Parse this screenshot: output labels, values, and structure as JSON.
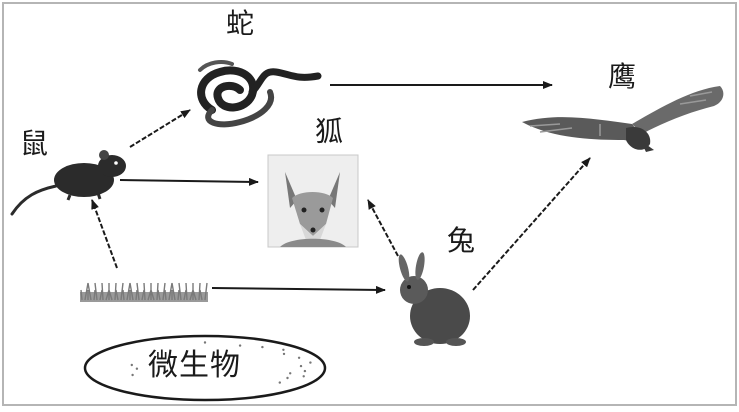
{
  "diagram": {
    "organisms": {
      "snake": "蛇",
      "mouse": "鼠",
      "fox": "狐",
      "eagle": "鹰",
      "rabbit": "兔",
      "microbes": "微生物"
    },
    "producer": {
      "icon": "grass-icon"
    },
    "arrows": [
      {
        "from": "grass",
        "to": "mouse"
      },
      {
        "from": "grass",
        "to": "rabbit"
      },
      {
        "from": "mouse",
        "to": "snake"
      },
      {
        "from": "mouse",
        "to": "fox"
      },
      {
        "from": "snake",
        "to": "eagle"
      },
      {
        "from": "rabbit",
        "to": "fox"
      },
      {
        "from": "rabbit",
        "to": "eagle"
      }
    ],
    "colors": {
      "line": "#1a1a1a",
      "border": "#b5b5b5",
      "background": "#ffffff"
    }
  }
}
